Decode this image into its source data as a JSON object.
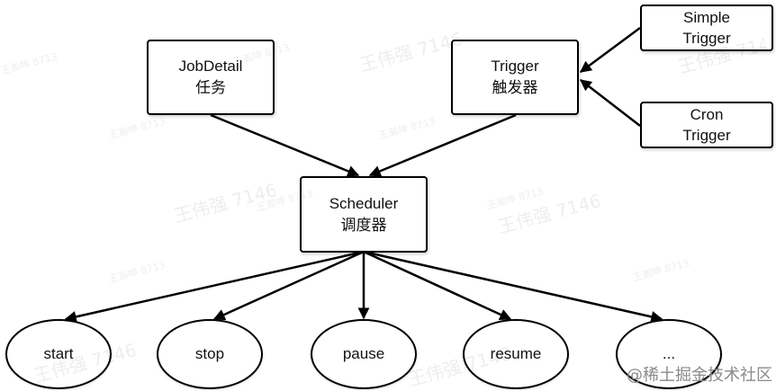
{
  "colors": {
    "stroke": "#000000",
    "background": "#ffffff",
    "node_fill": "#ffffff"
  },
  "diagram": {
    "jobdetail": {
      "line1": "JobDetail",
      "line2": "任务"
    },
    "trigger": {
      "line1": "Trigger",
      "line2": "触发器"
    },
    "simple_trigger": {
      "line1": "Simple",
      "line2": "Trigger"
    },
    "cron_trigger": {
      "line1": "Cron",
      "line2": "Trigger"
    },
    "scheduler": {
      "line1": "Scheduler",
      "line2": "调度器"
    },
    "actions": [
      "start",
      "stop",
      "pause",
      "resume",
      "..."
    ]
  },
  "watermarks": {
    "name_a": "王伟强 7146",
    "name_b": "王瀚坤 8713"
  },
  "credit": "@稀土掘金技术社区"
}
